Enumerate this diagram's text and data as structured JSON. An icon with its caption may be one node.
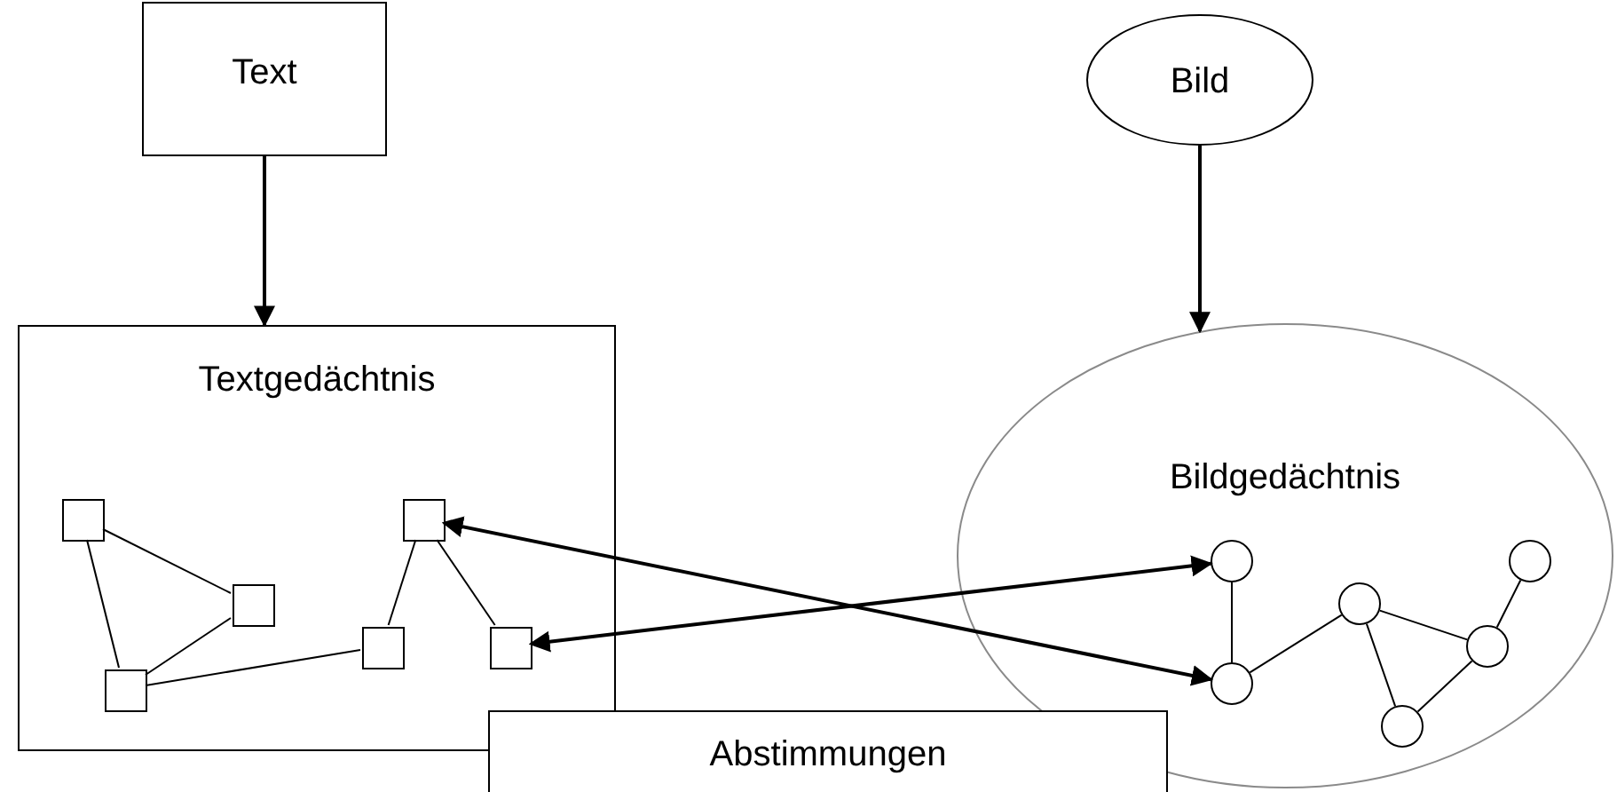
{
  "diagram": {
    "nodes": [
      {
        "text": [
          "Text"
        ]
      },
      {
        "text": [
          "Bild"
        ]
      },
      {
        "text": [
          "Textgedächtnis"
        ]
      },
      {
        "text": [],
        "shape": "box",
        "in": 2
      },
      {
        "text": [],
        "shape": "box",
        "in": 2
      },
      {
        "text": [],
        "shape": "box",
        "in": 2
      },
      {
        "text": [],
        "shape": "box",
        "in": 2
      },
      {
        "text": [],
        "shape": "box",
        "in": 2
      },
      {
        "text": [],
        "shape": "box",
        "in": 2
      },
      {
        "text": [
          "Bildgedächtnis"
        ]
      },
      {
        "text": [],
        "shape": "circle",
        "in": 9
      },
      {
        "text": [],
        "shape": "circle",
        "in": 9
      },
      {
        "text": [],
        "shape": "circle",
        "in": 9
      },
      {
        "text": [],
        "shape": "circle",
        "in": 9
      },
      {
        "text": [],
        "shape": "circle",
        "in": 9
      },
      {
        "text": [],
        "shape": "circle",
        "in": 9
      },
      {
        "text": [
          "Abstimmungen"
        ]
      }
    ],
    "edges": [
      {
        "from": 0,
        "to": 2,
        "arrow": "to"
      },
      {
        "from": 1,
        "to": 9,
        "arrow": "to"
      },
      {
        "from": 3,
        "to": 4,
        "arrow": "none"
      },
      {
        "from": 3,
        "to": 5,
        "arrow": "none"
      },
      {
        "from": 4,
        "to": 5,
        "arrow": "none"
      },
      {
        "from": 5,
        "to": 6,
        "arrow": "none"
      },
      {
        "from": 6,
        "to": 7,
        "arrow": "none"
      },
      {
        "from": 7,
        "to": 8,
        "arrow": "none"
      },
      {
        "from": 10,
        "to": 11,
        "arrow": "none"
      },
      {
        "from": 11,
        "to": 12,
        "arrow": "none"
      },
      {
        "from": 12,
        "to": 13,
        "arrow": "none"
      },
      {
        "from": 12,
        "to": 14,
        "arrow": "none"
      },
      {
        "from": 13,
        "to": 14,
        "arrow": "none"
      },
      {
        "from": 14,
        "to": 15,
        "arrow": "none"
      },
      {
        "from": 7,
        "to": 11,
        "arrow": "both"
      },
      {
        "from": 8,
        "to": 10,
        "arrow": "both"
      }
    ]
  }
}
